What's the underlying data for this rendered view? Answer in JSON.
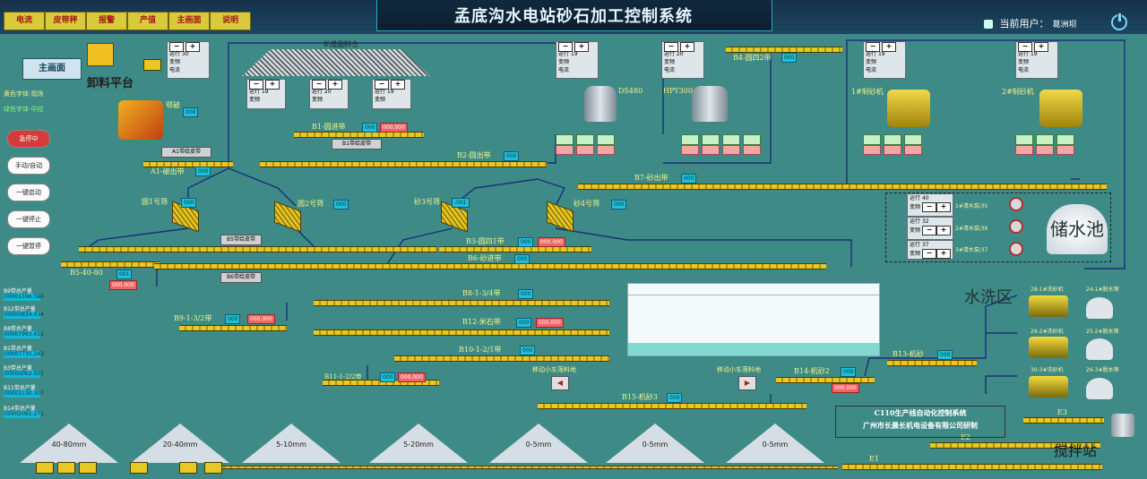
{
  "header": {
    "title": "孟底沟水电站砂石加工控制系统",
    "nav": [
      "电流",
      "皮带秤",
      "报警",
      "产值",
      "主画面",
      "说明"
    ],
    "user_label": "当前用户：",
    "user_name": "葛洲坝"
  },
  "left": {
    "main_button": "主画面",
    "note1": "黄色字体-现场",
    "note2": "绿色字体-中控",
    "buttons": [
      "急停中",
      "手动/自动",
      "一键启动",
      "一键停止",
      "一键暂停"
    ],
    "production": [
      {
        "label": "B9带总产量",
        "value": "00001196.580"
      },
      {
        "label": "B12带总产量",
        "value": "00000834.434"
      },
      {
        "label": "B8带总产量",
        "value": "00007993.412"
      },
      {
        "label": "B1带总产量",
        "value": "00007735.243"
      },
      {
        "label": "B3带总产量",
        "value": "00000062.931"
      },
      {
        "label": "B11带总产量",
        "value": "00001130.307"
      },
      {
        "label": "B14带总产量",
        "value": "00002091.271"
      }
    ]
  },
  "plant": {
    "unload_platform": "卸料平台",
    "stockpile": "半成品料仓",
    "jaw_label": "鄂破",
    "crusher_hp_label": "DS480",
    "crusher_hpy_label": "HPY300",
    "vsi1_label": "1#制砂机",
    "vsi2_label": "2#制砂机",
    "screens": [
      "圆1号筛",
      "圆2号筛",
      "砂3号筛",
      "砂4号筛"
    ],
    "gray_boxes": [
      "A1带给皮带",
      "B1带给皮带",
      "B5带给皮带",
      "B6带给皮带"
    ],
    "water_area": "水洗区",
    "pool_label": "储水池",
    "mixing": "搅拌站",
    "move_car_1": "移动小车落料地",
    "move_car_2": "移动小车落料地"
  },
  "belts": [
    {
      "name": "A1-破出带",
      "value": "000"
    },
    {
      "name": "B1-圆进带",
      "value": "000",
      "value2": "000.000"
    },
    {
      "name": "B2-圆出带",
      "value": "000"
    },
    {
      "name": "B3-圆四1带",
      "value": "000",
      "value2": "000.000"
    },
    {
      "name": "B4-圆四2带",
      "value": "000"
    },
    {
      "name": "B5-40-80",
      "value": "001",
      "value2": "000.000"
    },
    {
      "name": "B6-砂进带",
      "value": "000"
    },
    {
      "name": "B7-砂出带",
      "value": "000"
    },
    {
      "name": "B8-1-3/4带",
      "value": "000"
    },
    {
      "name": "B9-1-3/2带",
      "value": "000",
      "value2": "000.000"
    },
    {
      "name": "B10-1-2/1带",
      "value": "000"
    },
    {
      "name": "B11-1-2/2带",
      "value": "000",
      "value2": "000.000"
    },
    {
      "name": "B12-米石带",
      "value": "000",
      "value2": "000.000"
    },
    {
      "name": "B13-机砂",
      "value": "000"
    },
    {
      "name": "B14-机砂2",
      "value": "000",
      "value2": "000.000"
    },
    {
      "name": "B15-机砂3",
      "value": "000"
    },
    {
      "name": "E1",
      "value": ""
    },
    {
      "name": "E2",
      "value": ""
    },
    {
      "name": "E3",
      "value": ""
    }
  ],
  "screen_vals": [
    "000",
    "000",
    "-001",
    "000"
  ],
  "piles": [
    "40-80mm",
    "20-40mm",
    "5-10mm",
    "5-20mm",
    "0-5mm",
    "0-5mm",
    "0-5mm"
  ],
  "controls": {
    "row1": "运行",
    "row2": "变频",
    "row3": "电流",
    "vals": [
      "30",
      "19",
      "20",
      "19",
      "19",
      "20",
      "19",
      "19"
    ]
  },
  "pumps": [
    "1#清水泵/35",
    "2#清水泵/36",
    "3#清水泵/37"
  ],
  "water_ctrl": {
    "rows": [
      "运行",
      "变频",
      "电流"
    ],
    "vals": [
      "40",
      "32",
      "37"
    ]
  },
  "wash": [
    "28-1#洗砂机",
    "29-2#洗砂机",
    "30-3#洗砂机",
    "24-1#脱水筛",
    "25-2#脱水筛",
    "26-3#脱水筛"
  ],
  "info": {
    "line1": "C110生产线自动化控制系统",
    "line2": "广州市长晨长机电设备有限公司研制"
  },
  "colors": {
    "bg": "#3d8a86",
    "belt": "#e6c924",
    "value": "#22bde0",
    "alarm": "#ef6464"
  }
}
